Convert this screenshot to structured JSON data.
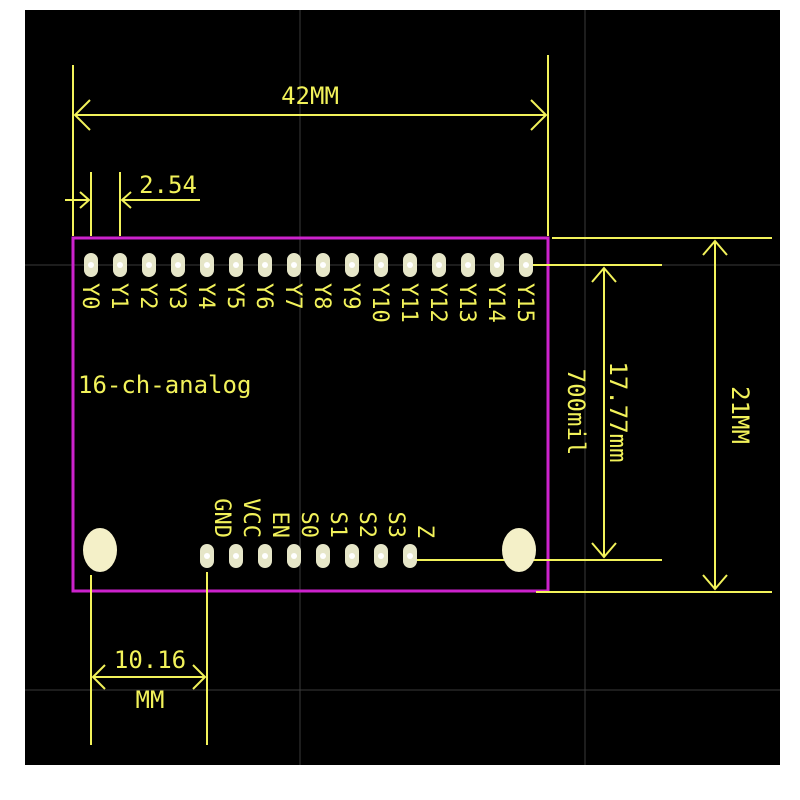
{
  "colors": {
    "board_bg": "#000000",
    "silkscreen": "#f2f25a",
    "outline": "#cc22cc",
    "pad": "#e6e6c8",
    "grid": "#3a3a3a"
  },
  "corner_label": "1024x768",
  "board_label": "16-ch-analog",
  "top_pins": [
    "Y0",
    "Y1",
    "Y2",
    "Y3",
    "Y4",
    "Y5",
    "Y6",
    "Y7",
    "Y8",
    "Y9",
    "Y10",
    "Y11",
    "Y12",
    "Y13",
    "Y14",
    "Y15"
  ],
  "bottom_pins": [
    "GND",
    "VCC",
    "EN",
    "S0",
    "S1",
    "S2",
    "S3",
    "Z"
  ],
  "dimensions": {
    "width": "42MM",
    "pitch": "2.54",
    "pin_spacing_mm": "17.77mm",
    "pin_spacing_mil": "700mil",
    "height": "21MM",
    "offset_value": "10.16",
    "offset_unit": "MM"
  },
  "icons": {
    "mounting_hole_left": "mounting-hole-icon",
    "mounting_hole_right": "mounting-hole-icon"
  }
}
